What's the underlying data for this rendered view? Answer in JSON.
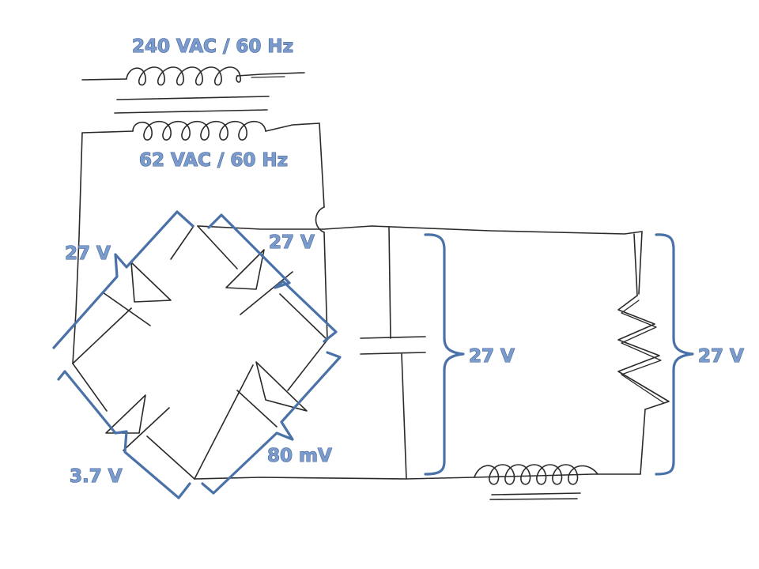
{
  "annotations": {
    "primary": "240 VAC / 60 Hz",
    "secondary": "62 VAC / 60 Hz",
    "diode_top_left": "27 V",
    "diode_top_right": "27 V",
    "diode_bottom_left": "3.7 V",
    "diode_bottom_right": "80 mV",
    "capacitor": "27 V",
    "resistor": "27 V"
  },
  "colors": {
    "annotation_fill": "#7b9bcc",
    "annotation_outline": "#3c5f96",
    "brace": "#4a72a8",
    "ink": "#2a2a2a"
  }
}
